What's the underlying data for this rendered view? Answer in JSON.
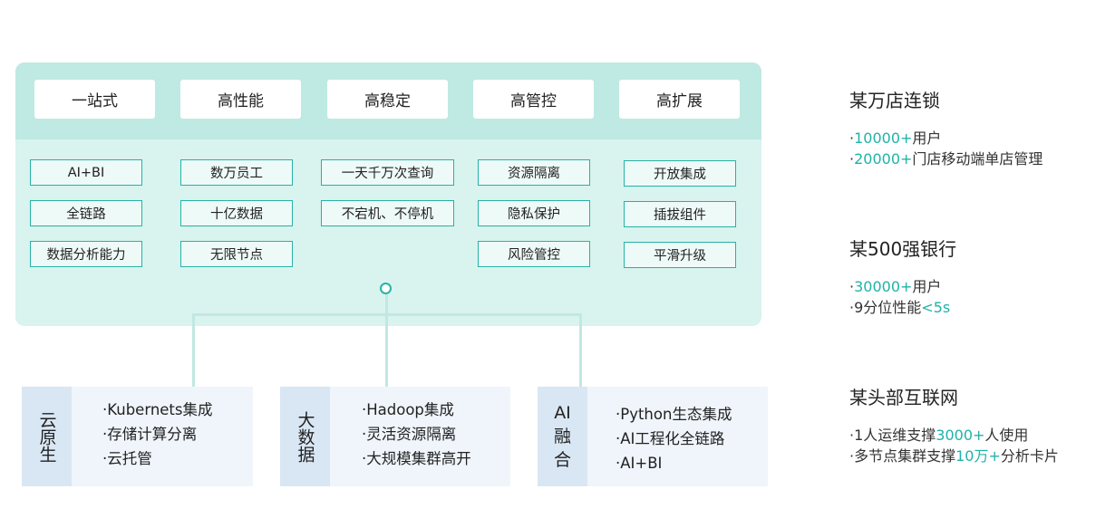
{
  "headers": [
    "一站式",
    "高性能",
    "高稳定",
    "高管控",
    "高扩展"
  ],
  "features": {
    "col1": [
      "AI+BI",
      "全链路",
      "数据分析能力"
    ],
    "col2": [
      "数万员工",
      "十亿数据",
      "无限节点"
    ],
    "col3": [
      "一天千万次查询",
      "不宕机、不停机"
    ],
    "col4": [
      "资源隔离",
      "隐私保护",
      "风险管控"
    ],
    "col5": [
      "开放集成",
      "插拔组件",
      "平滑升级"
    ]
  },
  "bottom": [
    {
      "title": "云原生",
      "items": [
        "·Kubernets集成",
        "·存储计算分离",
        "·云托管"
      ]
    },
    {
      "title": "大数据",
      "items": [
        "·Hadoop集成",
        "·灵活资源隔离",
        "·大规模集群高开"
      ]
    },
    {
      "title": "AI融合",
      "items": [
        "·Python生态集成",
        "·AI工程化全链路",
        "·AI+BI"
      ]
    }
  ],
  "cases": [
    {
      "title": "某万店连锁",
      "lines": [
        {
          "prefix": "·",
          "highlight": "10000+",
          "suffix": "用户"
        },
        {
          "prefix": "·",
          "highlight": "20000+",
          "suffix": "门店移动端单店管理"
        }
      ]
    },
    {
      "title": "某500强银行",
      "lines": [
        {
          "prefix": "·",
          "highlight": "30000+",
          "suffix": "用户"
        },
        {
          "prefix": "·9分位性能",
          "highlight": "<5s",
          "suffix": ""
        }
      ]
    },
    {
      "title": "某头部互联网",
      "lines": [
        {
          "prefix": "·1人运维支撑",
          "highlight": "3000+",
          "suffix": "人使用"
        },
        {
          "prefix": "·多节点集群支撑",
          "highlight": "10万+",
          "suffix": "分析卡片"
        }
      ]
    }
  ],
  "colors": {
    "accent": "#1fb3a7",
    "panel": "#d9f3ef",
    "panel_header": "#bfe9e3",
    "box_bg": "#eff5fb",
    "box_title_bg": "#d9e7f4"
  }
}
